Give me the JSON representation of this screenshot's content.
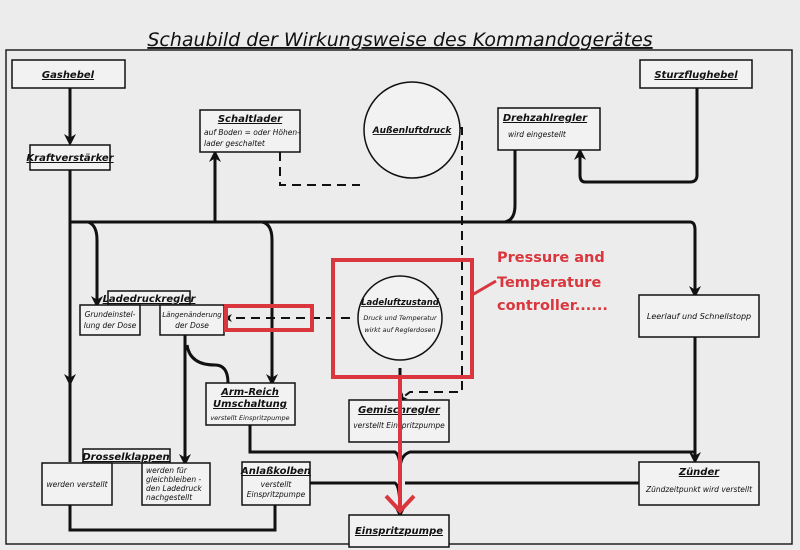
{
  "title": "Schaubild der Wirkungsweise des Kommandogerätes",
  "nodes": {
    "gashebel": "Gashebel",
    "kraftverstaerker": "Kraftverstärker",
    "sturzflughebel": "Sturzflughebel",
    "schaltlader": {
      "title": "Schaltlader",
      "line1": "auf Boden = oder Höhen-",
      "line2": "lader geschaltet"
    },
    "aussenluftdruck": "Außenluftdruck",
    "drehzahlregler": {
      "title": "Drehzahlregler",
      "line1": "wird eingestellt"
    },
    "ladedruckregler": {
      "title": "Ladedruckregler",
      "left1": "Grundeinstel-",
      "left2": "lung der Dose",
      "right1": "Längenänderung",
      "right2": "der Dose"
    },
    "ladeluftzustand": {
      "title": "Ladeluftzustand",
      "line1": "Druck und Temperatur",
      "line2": "wirkt auf Reglerdosen"
    },
    "leerlauf": "Leerlauf und Schnellstopp",
    "armreich": {
      "title1": "Arm-Reich",
      "title2": "Umschaltung",
      "line1": "verstellt Einspritzpumpe"
    },
    "gemischregler": {
      "title": "Gemischregler",
      "line1": "verstellt Einspritzpumpe"
    },
    "drosselklappen": {
      "title": "Drosselklappen",
      "left1": "werden verstellt",
      "right1": "werden für",
      "right2": "gleichbleiben -",
      "right3": "den Ladedruck",
      "right4": "nachgestellt"
    },
    "anlasskolben": {
      "title": "Anlaßkolben",
      "line1": "verstellt",
      "line2": "Einspritzpumpe"
    },
    "zuender": {
      "title": "Zünder",
      "line1": "Zündzeitpunkt wird verstellt"
    },
    "einspritzpumpe": "Einspritzpumpe"
  },
  "annotation": {
    "line1": "Pressure and",
    "line2": "Temperature",
    "line3": "controller......",
    "color": "#d9363e"
  }
}
